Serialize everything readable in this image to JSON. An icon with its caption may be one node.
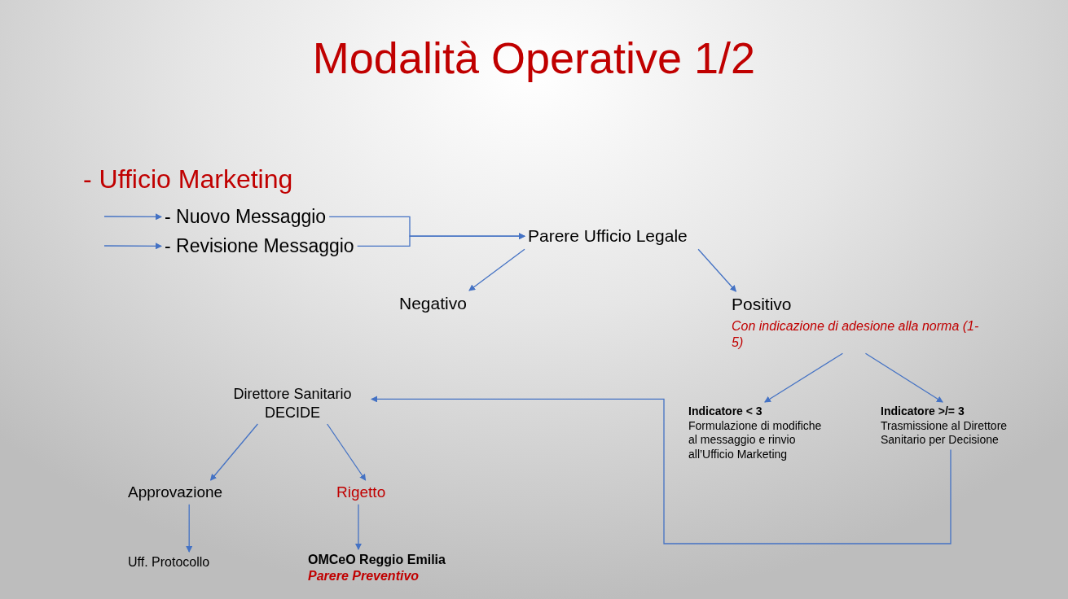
{
  "diagram": {
    "title": "Modalità Operative 1/2",
    "nodes": [
      {
        "text": [
          "- Nuovo Messaggio"
        ]
      },
      {
        "text": [
          "- Revisione Messaggio"
        ]
      },
      {
        "text": [
          "Parere Ufficio Legale"
        ]
      },
      {
        "text": [
          "Negativo"
        ]
      },
      {
        "text": [
          "Positivo",
          "Con indicazione di adesione alla norma (1-5)"
        ]
      },
      {
        "text": [
          "Indicatore < 3",
          "Formulazione di modifiche al messaggio e rinvio all’Ufficio Marketing"
        ]
      },
      {
        "text": [
          "Indicatore >/= 3",
          "Trasmissione al Direttore Sanitario per Decisione"
        ]
      },
      {
        "text": [
          "Direttore Sanitario DECIDE"
        ]
      },
      {
        "text": [
          "Approvazione"
        ]
      },
      {
        "text": [
          "Rigetto"
        ]
      },
      {
        "text": [
          "Uff. Protocollo"
        ]
      },
      {
        "text": [
          "OMCeO Reggio Emilia",
          "Parere Preventivo"
        ]
      }
    ],
    "edges": [
      {
        "from": null,
        "to": 0,
        "arrow": "to"
      },
      {
        "from": null,
        "to": 1,
        "arrow": "to"
      },
      {
        "from": 0,
        "to": 2,
        "arrow": "to"
      },
      {
        "from": 1,
        "to": 2,
        "arrow": "to"
      },
      {
        "from": 2,
        "to": 3,
        "arrow": "to"
      },
      {
        "from": 2,
        "to": 4,
        "arrow": "to"
      },
      {
        "from": 4,
        "to": 5,
        "arrow": "to"
      },
      {
        "from": 4,
        "to": 6,
        "arrow": "to"
      },
      {
        "from": 6,
        "to": 7,
        "arrow": "to"
      },
      {
        "from": 7,
        "to": 8,
        "arrow": "to"
      },
      {
        "from": 7,
        "to": 9,
        "arrow": "to"
      },
      {
        "from": 8,
        "to": 10,
        "arrow": "to"
      },
      {
        "from": 9,
        "to": 11,
        "arrow": "to"
      }
    ],
    "labels": [
      "- Ufficio Marketing"
    ]
  }
}
